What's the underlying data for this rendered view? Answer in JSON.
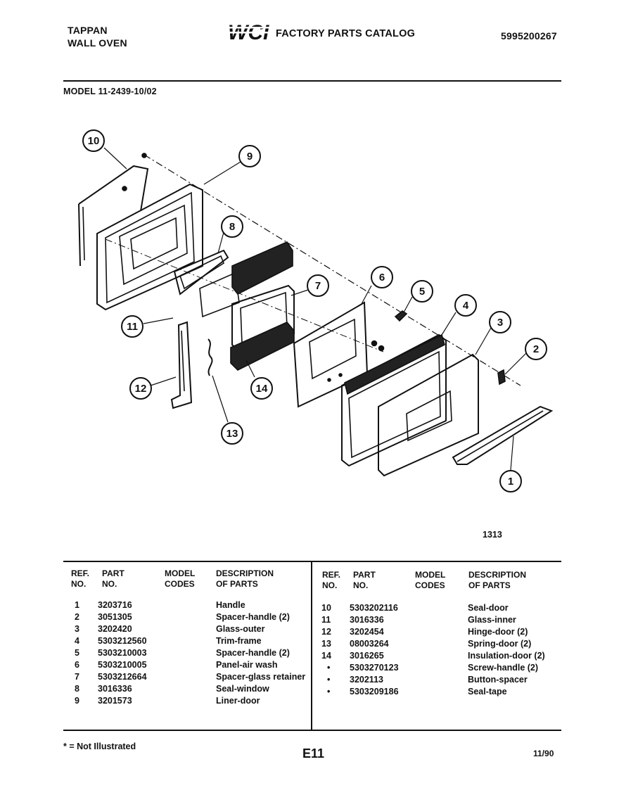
{
  "header": {
    "brand_line1": "TAPPAN",
    "brand_line2": "WALL OVEN",
    "logo_text": "WCI",
    "catalog_title": "FACTORY PARTS CATALOG",
    "catalog_number": "5995200267",
    "model": "MODEL 11-2439-10/02"
  },
  "diagram": {
    "callouts": [
      "10",
      "9",
      "8",
      "7",
      "6",
      "5",
      "4",
      "3",
      "2",
      "1",
      "11",
      "12",
      "13",
      "14"
    ],
    "figure_number": "1313"
  },
  "table": {
    "headers": {
      "ref": [
        "REF.",
        "NO."
      ],
      "part": [
        "PART",
        "NO."
      ],
      "model": [
        "MODEL",
        "CODES"
      ],
      "desc": [
        "DESCRIPTION",
        "OF PARTS"
      ]
    },
    "left_rows": [
      {
        "ref": "1",
        "part": "3203716",
        "desc": "Handle"
      },
      {
        "ref": "2",
        "part": "3051305",
        "desc": "Spacer-handle (2)"
      },
      {
        "ref": "3",
        "part": "3202420",
        "desc": "Glass-outer"
      },
      {
        "ref": "4",
        "part": "5303212560",
        "desc": "Trim-frame"
      },
      {
        "ref": "5",
        "part": "5303210003",
        "desc": "Spacer-handle (2)"
      },
      {
        "ref": "6",
        "part": "5303210005",
        "desc": "Panel-air wash"
      },
      {
        "ref": "7",
        "part": "5303212664",
        "desc": "Spacer-glass retainer"
      },
      {
        "ref": "8",
        "part": "3016336",
        "desc": "Seal-window"
      },
      {
        "ref": "9",
        "part": "3201573",
        "desc": "Liner-door"
      }
    ],
    "right_rows": [
      {
        "ref": "10",
        "part": "5303202116",
        "desc": "Seal-door"
      },
      {
        "ref": "11",
        "part": "3016336",
        "desc": "Glass-inner"
      },
      {
        "ref": "12",
        "part": "3202454",
        "desc": "Hinge-door (2)"
      },
      {
        "ref": "13",
        "part": "08003264",
        "desc": "Spring-door (2)"
      },
      {
        "ref": "14",
        "part": "3016265",
        "desc": "Insulation-door (2)"
      },
      {
        "ref": "•",
        "part": "5303270123",
        "desc": "Screw-handle (2)"
      },
      {
        "ref": "•",
        "part": "3202113",
        "desc": "Button-spacer"
      },
      {
        "ref": "•",
        "part": "5303209186",
        "desc": "Seal-tape"
      }
    ]
  },
  "footer": {
    "note": "* = Not Illustrated",
    "page_code": "E11",
    "date": "11/90"
  }
}
